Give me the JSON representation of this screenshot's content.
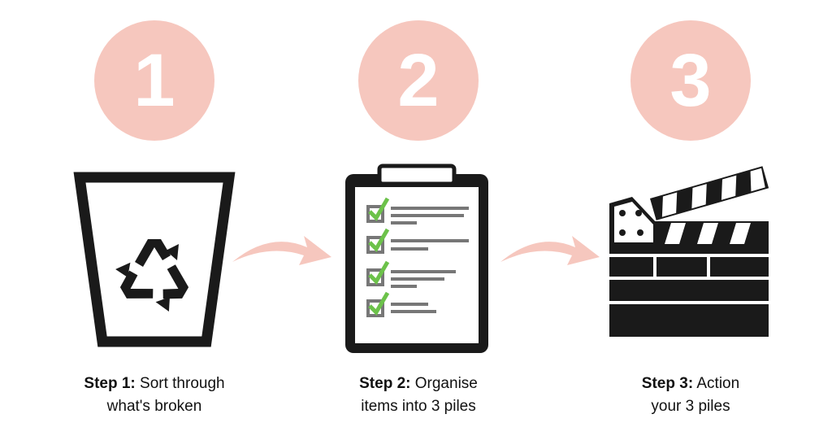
{
  "colors": {
    "accent": "#F6C7BE",
    "ink": "#1a1a1a",
    "check": "#6CC24A",
    "checkbox": "#777777",
    "line": "#777777"
  },
  "steps": [
    {
      "number": "1",
      "icon": "recycle-bin-icon",
      "label_bold": "Step 1:",
      "label_line1": " Sort through",
      "label_line2": "what's broken"
    },
    {
      "number": "2",
      "icon": "clipboard-checklist-icon",
      "label_bold": "Step 2:",
      "label_line1": " Organise",
      "label_line2": "items into 3 piles"
    },
    {
      "number": "3",
      "icon": "clapperboard-icon",
      "label_bold": "Step 3:",
      "label_line1": " Action",
      "label_line2": "your 3 piles"
    }
  ],
  "arrows": [
    "arrow-right-icon",
    "arrow-right-icon"
  ]
}
